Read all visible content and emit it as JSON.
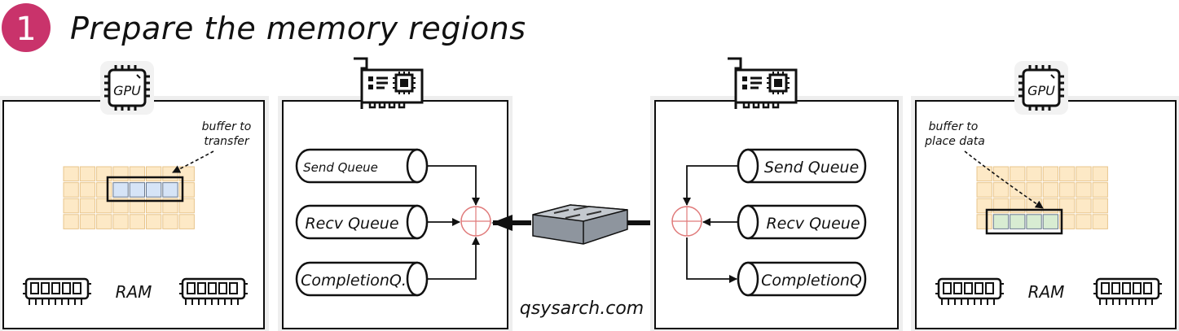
{
  "header": {
    "step_number": "1",
    "title": "Prepare the memory regions"
  },
  "left_host": {
    "gpu_label": "GPU",
    "buffer_annotation": [
      "buffer to",
      "transfer"
    ],
    "ram_label": "RAM"
  },
  "right_host": {
    "gpu_label": "GPU",
    "buffer_annotation": [
      "buffer to",
      "place data"
    ],
    "ram_label": "RAM"
  },
  "left_nic": {
    "send_queue": "Send Queue",
    "recv_queue": "Recv Queue",
    "completion_queue": "CompletionQ."
  },
  "right_nic": {
    "send_queue": "Send Queue",
    "recv_queue": "Recv Queue",
    "completion_queue": "CompletionQ"
  },
  "watermark": "qsysarch.com",
  "colors": {
    "step_badge": "#c9336b",
    "memory_cell": "#fde9c6",
    "memory_cell_border": "#e8c58c",
    "send_buffer": "#d6e4f7",
    "receive_buffer": "#d8ecd2",
    "switch_body": "#b8bec6",
    "crosshair": "#e07a7a",
    "glow": "#f2f2f2"
  },
  "icons": [
    "gpu-chip-icon",
    "network-card-icon",
    "ram-module-icon",
    "network-switch-icon"
  ]
}
